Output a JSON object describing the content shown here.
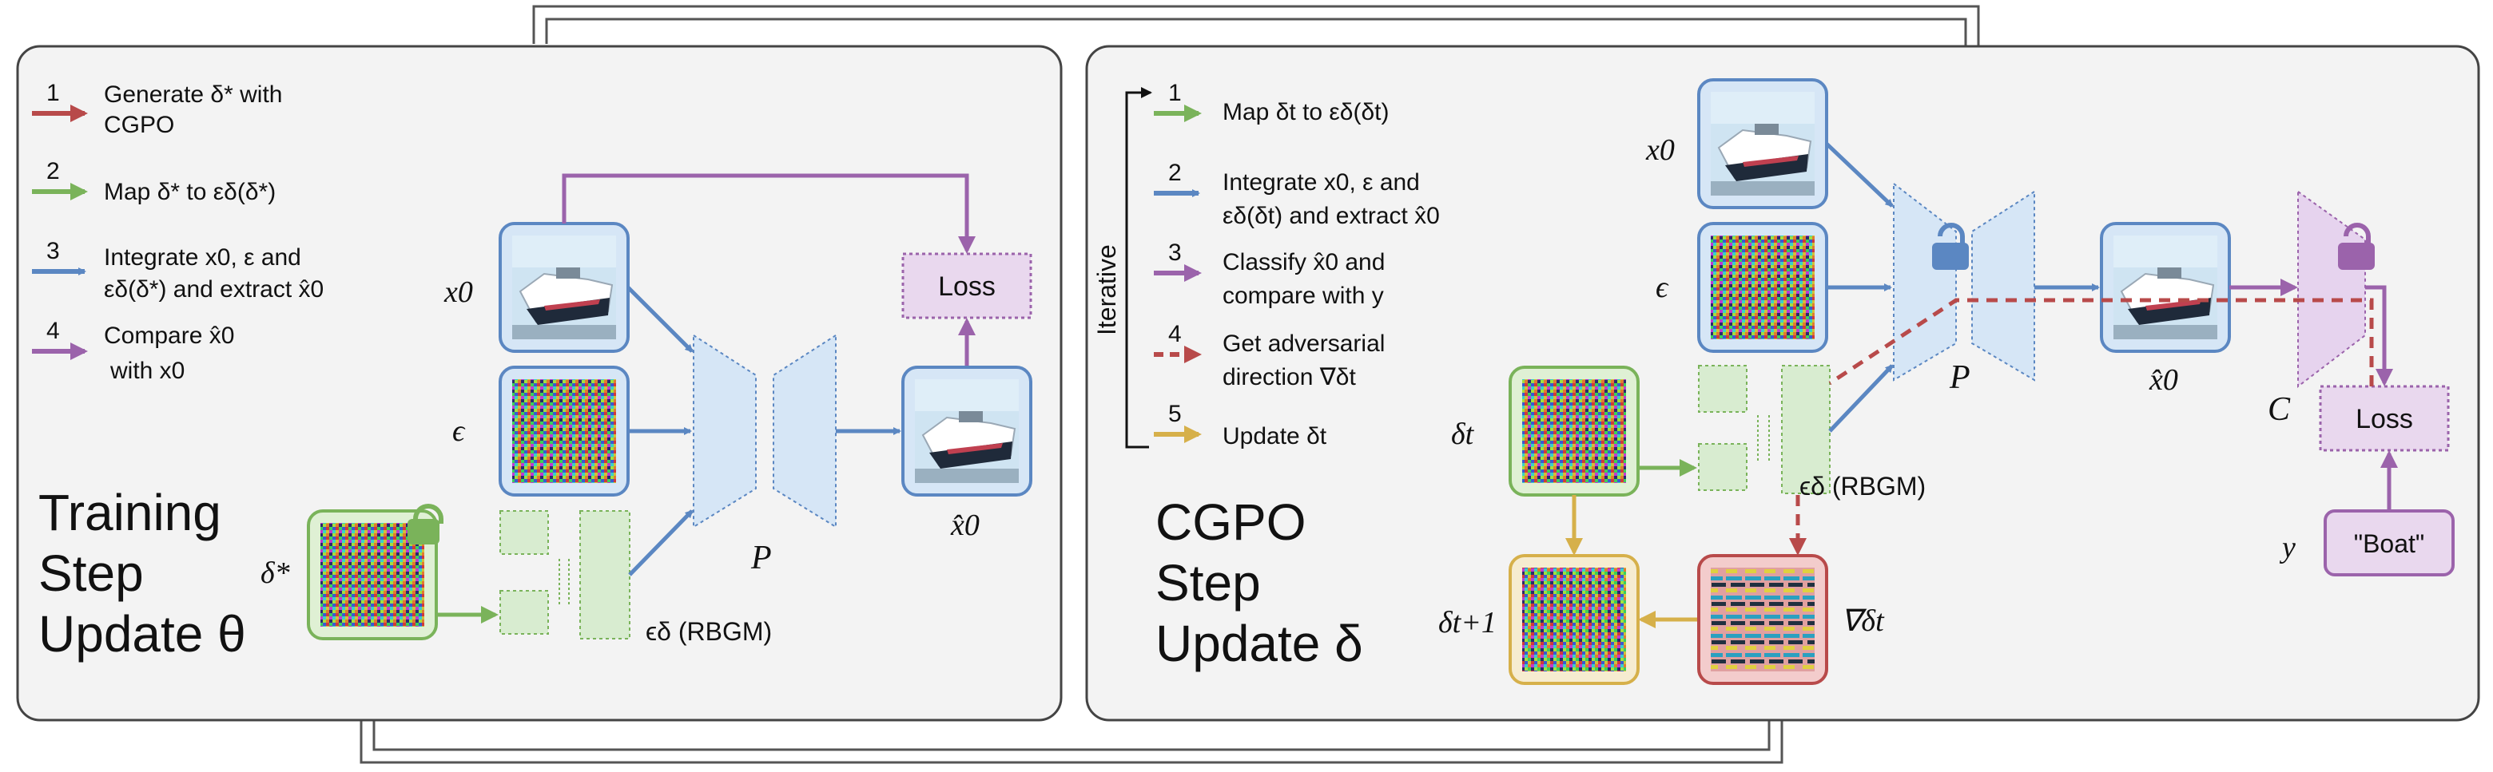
{
  "training": {
    "legend": [
      {
        "num": "1",
        "line1": "Generate δ* with",
        "line2": "CGPO",
        "color": "#b84a4a"
      },
      {
        "num": "2",
        "line1": "Map δ* to εδ(δ*)",
        "line2": "",
        "color": "#7ab35a"
      },
      {
        "num": "3",
        "line1": "Integrate x0, ε and",
        "line2": "εδ(δ*) and extract x̂0",
        "color": "#5b87c2"
      },
      {
        "num": "4",
        "line1": "Compare x̂0",
        "line2": "with x0",
        "color": "#9b63ab"
      }
    ],
    "title": [
      "Training",
      "Step",
      "Update θ"
    ],
    "labels": {
      "x0": "x0",
      "eps": "ϵ",
      "delta_star": "δ*",
      "P": "P",
      "x0_hat": "x̂0",
      "loss": "Loss",
      "rbgm": "ϵδ (RBGM)"
    }
  },
  "cgpo": {
    "iterative": "Iterative",
    "legend": [
      {
        "num": "1",
        "line1": "Map δt to εδ(δt)",
        "line2": "",
        "color": "#7ab35a",
        "dashed": false
      },
      {
        "num": "2",
        "line1": "Integrate x0, ε and",
        "line2": "εδ(δt) and extract x̂0",
        "color": "#5b87c2",
        "dashed": false
      },
      {
        "num": "3",
        "line1": "Classify x̂0 and",
        "line2": "compare with y",
        "color": "#9b63ab",
        "dashed": false
      },
      {
        "num": "4",
        "line1": "Get adversarial",
        "line2": "direction ∇δt",
        "color": "#b84a4a",
        "dashed": true
      },
      {
        "num": "5",
        "line1": "Update δt",
        "line2": "",
        "color": "#d6b04a",
        "dashed": false
      }
    ],
    "title": [
      "CGPO",
      "Step",
      "Update δ"
    ],
    "labels": {
      "x0": "x0",
      "eps": "ϵ",
      "delta_t": "δt",
      "P": "P",
      "x0_hat": "x̂0",
      "C": "C",
      "loss": "Loss",
      "rbgm": "ϵδ (RBGM)",
      "grad": "∇δt",
      "delta_t1": "δt+1",
      "y": "y",
      "boat": "\"Boat\""
    }
  },
  "colors": {
    "red": "#b84a4a",
    "green": "#7ab35a",
    "blue": "#5b87c2",
    "purple": "#9b63ab",
    "yellow": "#d6b04a",
    "panel_bg": "#f3f3f3"
  }
}
